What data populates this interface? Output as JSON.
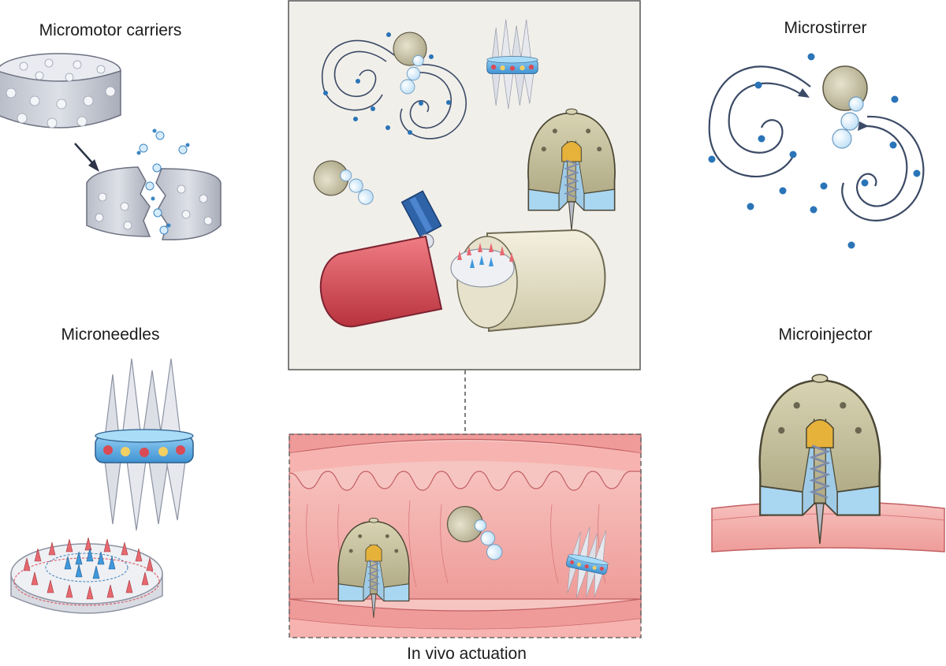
{
  "labels": {
    "micromotor": "Micromotor carriers",
    "microstirrer": "Microstirrer",
    "microneedles": "Microneedles",
    "microinjector": "Microinjector",
    "invivo": "In vivo actuation"
  },
  "colors": {
    "panel_bg": "#f1efea",
    "tissue_pink": "#f2a9a6",
    "tissue_dark": "#d9797a",
    "capsule_red": "#d9535b",
    "capsule_beige": "#e5e0c8",
    "injector_olive": "#cbc5a1",
    "blue_dot": "#2a74b8",
    "ring_blue": "#4fa6e0",
    "dot_red": "#d94a55",
    "dot_yellow": "#f2d064",
    "spike_red": "#e8686f",
    "spike_blue": "#3f98dc",
    "metal": "#c9ccd4"
  },
  "icons": [
    "micromotor-disc-icon",
    "microstirrer-icon",
    "microneedle-ring-icon",
    "microneedle-patch-icon",
    "microinjector-icon",
    "capsule-icon",
    "intestine-icon"
  ]
}
